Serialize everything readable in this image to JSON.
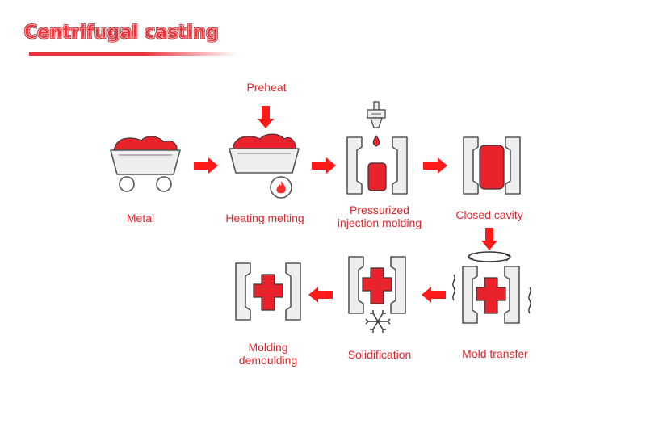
{
  "title": "Centrifugal casting",
  "colors": {
    "accent": "#e8343b",
    "outline": "#555555",
    "mold_fill": "#eeeeee"
  },
  "steps": {
    "metal": "Metal",
    "preheat": "Preheat",
    "heating": "Heating melting",
    "pressurized_1": "Pressurized",
    "pressurized_2": "injection molding",
    "closed": "Closed cavity",
    "transfer": "Mold transfer",
    "solid": "Solidification",
    "demould_1": "Molding",
    "demould_2": "demoulding"
  },
  "icons": [
    "cart-icon",
    "flame-icon",
    "injector-icon",
    "mold-icon",
    "rotation-icon",
    "snowflake-icon",
    "arrow-right-icon",
    "arrow-down-icon",
    "arrow-left-icon"
  ]
}
